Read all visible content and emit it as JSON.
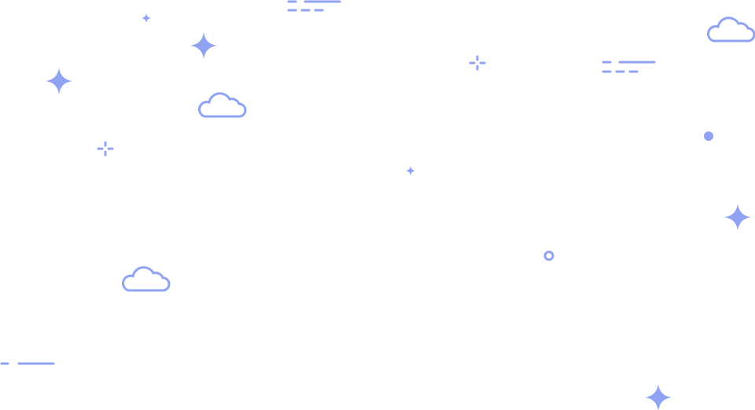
{
  "theme": {
    "accent_color": "#8fa3f2"
  },
  "decorations": {
    "sparkle_icon": "four-point-sparkle",
    "cloud_icon": "cloud-outline",
    "plus_icon": "dashed-plus",
    "dash_lines_icon": "speed-lines",
    "dot_icon": "filled-dot",
    "ring_icon": "ring-outline"
  }
}
